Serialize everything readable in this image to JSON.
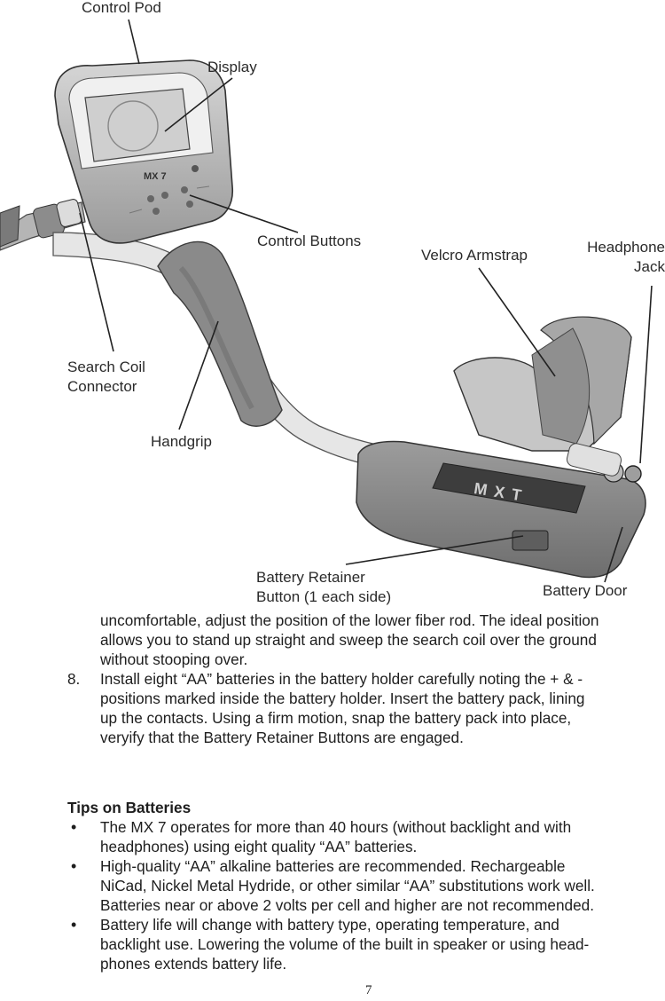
{
  "figure": {
    "callouts": {
      "control_pod": "Control Pod",
      "display": "Display",
      "control_buttons": "Control Buttons",
      "velcro_armstrap": "Velcro Armstrap",
      "headphone_jack_1": "Headphone",
      "headphone_jack_2": "Jack",
      "search_coil_1": "Search Coil",
      "search_coil_2": "Connector",
      "handgrip": "Handgrip",
      "battery_retainer_1": "Battery Retainer",
      "battery_retainer_2": "Button (1 each side)",
      "battery_door": "Battery Door"
    },
    "device_labels": {
      "model": "MX 7",
      "housing_logo": "MXT"
    }
  },
  "body": {
    "cont_lines": [
      "uncomfortable, adjust the position of the lower fiber rod. The ideal position",
      "allows you to stand up straight and sweep the search coil over the ground",
      "without stooping over."
    ],
    "step8_number": "8.",
    "step8_lines": [
      "Install eight “AA” batteries in the battery holder carefully noting the + & -",
      "positions marked inside the battery holder. Insert the battery pack, lining",
      "up the contacts. Using a firm motion, snap the battery pack into place,",
      "veryify that the Battery Retainer Buttons are engaged."
    ],
    "tips_heading": "Tips on Batteries",
    "bullet_glyph": "•",
    "bullet1_lines": [
      "The MX 7 operates for more than 40 hours (without backlight and with",
      "headphones) using eight quality “AA” batteries."
    ],
    "bullet2_lines": [
      "High-quality “AA” alkaline batteries are recommended. Rechargeable",
      "NiCad, Nickel Metal Hydride, or other similar “AA” substitutions work well.",
      "Batteries near or above 2 volts per cell and higher are not recommended."
    ],
    "bullet3_lines": [
      "Battery life will change with battery type, operating temperature, and",
      "backlight use. Lowering the volume of the built in speaker or using head-",
      "phones extends battery life."
    ],
    "page_number": "7"
  }
}
